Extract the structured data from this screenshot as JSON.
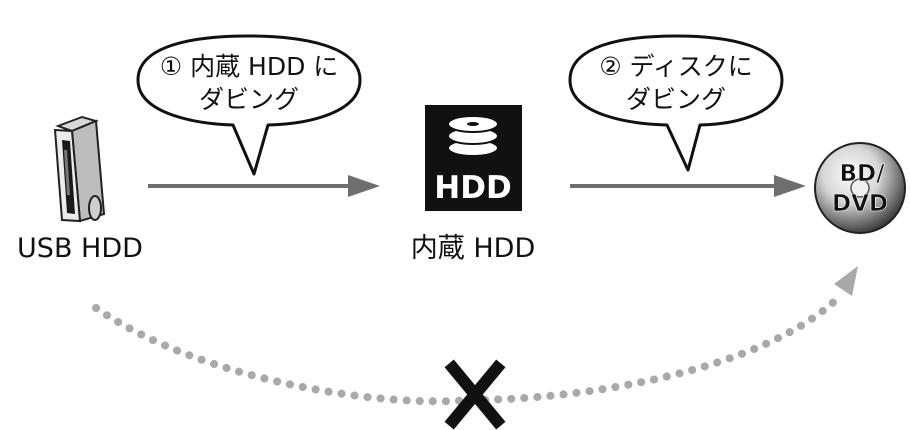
{
  "nodes": {
    "usb_hdd": {
      "label": "USB HDD"
    },
    "internal_hdd": {
      "label": "内蔵 HDD",
      "icon_text": "HDD"
    },
    "disc": {
      "icon_text_line1": "BD/",
      "icon_text_line2": "DVD"
    }
  },
  "steps": [
    {
      "line1": "① 内蔵 HDD に",
      "line2": "ダビング"
    },
    {
      "line1": "② ディスクに",
      "line2": "ダビング"
    }
  ],
  "blocked_path": {
    "mark": "✕",
    "meaning": "not-allowed"
  },
  "colors": {
    "arrow": "#6e6e6e",
    "dots": "#a9a9a9",
    "cross": "#111111",
    "hdd_box": "#111111"
  }
}
